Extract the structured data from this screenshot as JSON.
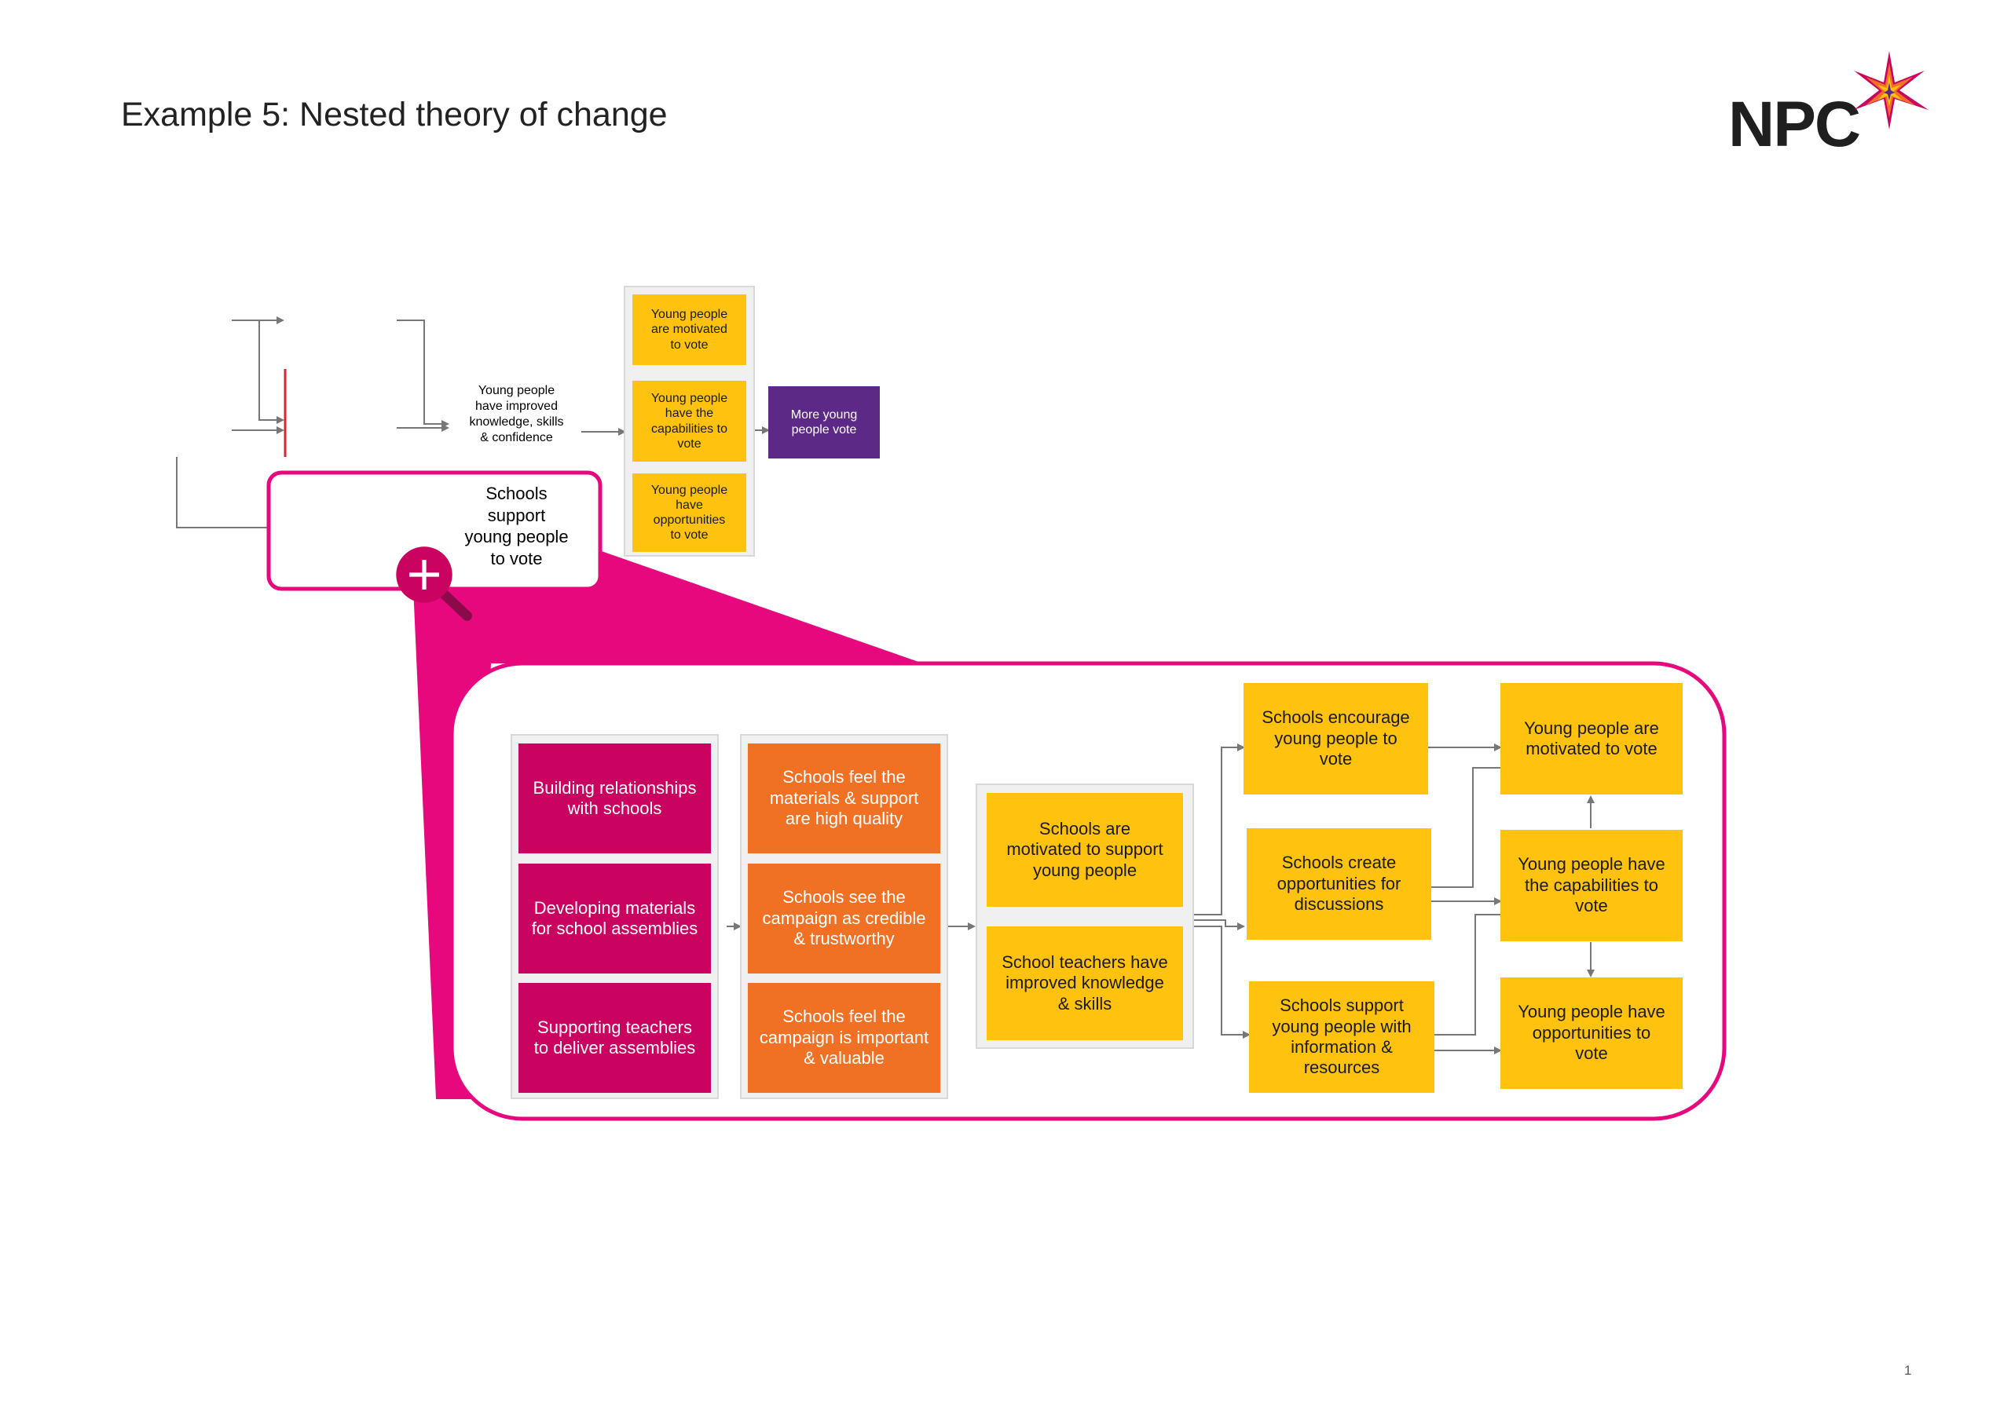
{
  "title": "Example 5: Nested theory of change",
  "logo": {
    "text": "NPC"
  },
  "page_number": "1",
  "colors": {
    "yellow": "#ffc20e",
    "orange": "#f07124",
    "magenta": "#c9035f",
    "purple": "#5c2a86",
    "pink": "#e8087e"
  },
  "top": {
    "knowledge": "Young people\nhave improved\nknowledge, skills\n& confidence",
    "schools": "Schools\nsupport\nyoung people\nto vote",
    "motivated": "Young people\nare motivated\nto vote",
    "capabilities": "Young people\nhave the\ncapabilities to\nvote",
    "opportunities": "Young people\nhave\nopportunities\nto vote",
    "final": "More young\npeople vote"
  },
  "zoom": {
    "icon": "magnifier-plus-icon"
  },
  "detail": {
    "activities": [
      "Building relationships\nwith schools",
      "Developing materials\nfor school assemblies",
      "Supporting teachers\nto deliver assemblies"
    ],
    "perceptions": [
      "Schools feel the\nmaterials & support\nare high quality",
      "Schools see the\ncampaign as credible\n& trustworthy",
      "Schools feel the\ncampaign is important\n& valuable"
    ],
    "school_outcomes": [
      "Schools are\nmotivated to support\nyoung people",
      "School teachers have\nimproved knowledge\n& skills"
    ],
    "school_actions": [
      "Schools encourage\nyoung people to\nvote",
      "Schools create\nopportunities for\ndiscussions",
      "Schools support\nyoung people with\ninformation &\nresources"
    ],
    "youth_outcomes": [
      "Young people are\nmotivated to vote",
      "Young people have\nthe capabilities to\nvote",
      "Young people have\nopportunities to\nvote"
    ]
  }
}
